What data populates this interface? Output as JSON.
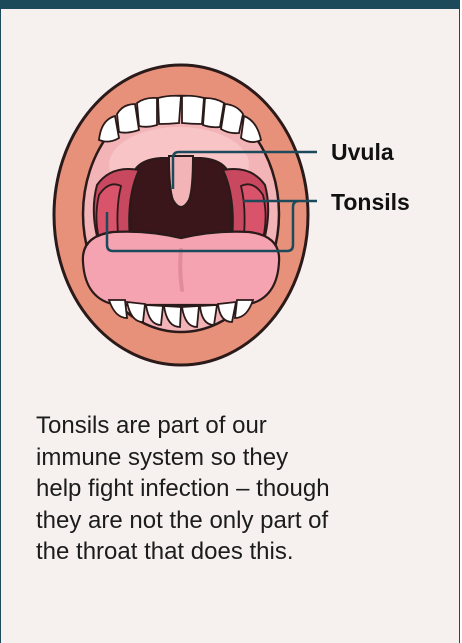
{
  "diagram": {
    "labels": {
      "uvula": "Uvula",
      "tonsils": "Tonsils"
    }
  },
  "caption": {
    "lines": [
      "Tonsils are part of our",
      "immune system so they",
      "help fight infection – though",
      "they are not the only part of",
      "the throat that does this."
    ]
  },
  "colors": {
    "frame": "#1c4a5a",
    "background": "#f6f1ef",
    "lips": "#e8917a",
    "mouth_inner": "#f3b4b8",
    "throat": "#3a1519",
    "tongue": "#f5a3b0",
    "tonsil": "#d9536b"
  }
}
